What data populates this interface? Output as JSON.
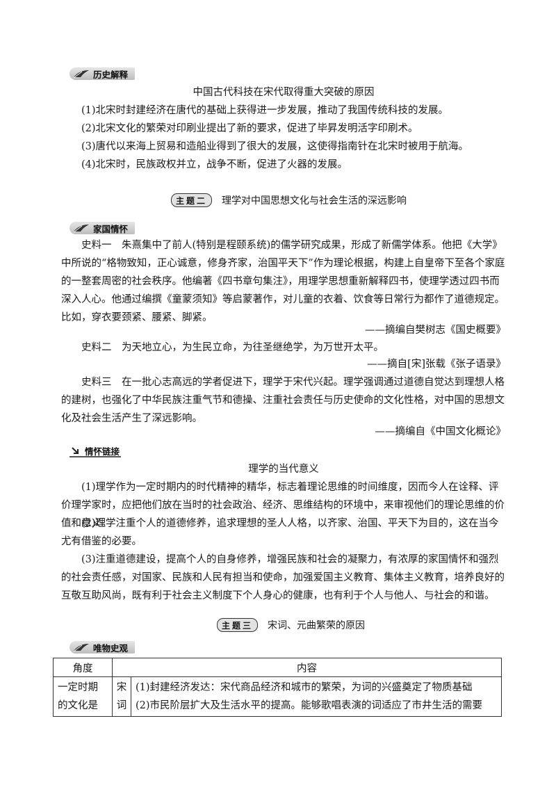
{
  "sections": {
    "history": {
      "tag": "历史解释",
      "subtitle": "中国古代科技在宋代取得重大突破的原因",
      "items": [
        "(1)北宋时封建经济在唐代的基础上获得进一步发展，推动了我国传统科技的发展。",
        "(2)北宋文化的繁荣对印刷业提出了新的要求，促进了毕昇发明活字印刷术。",
        "(3)唐代以来海上贸易和造船业得到了很大的发展，这使得指南针在北宋时被用于航海。",
        "(4)北宋时，民族政权并立，战争不断，促进了火器的发展。"
      ]
    },
    "theme2": {
      "badge": "主题二",
      "title": "理学对中国思想文化与社会生活的深远影响"
    },
    "family": {
      "tag": "家国情怀",
      "source1": "史料一　朱熹集中了前人(特别是程颐系统)的儒学研究成果，形成了新儒学体系。他把《大学》中所说的“格物致知，正心诚意，修身齐家，治国平天下”作为理论根据，构建上自皇帝下至各个家庭的一整套周密的社会秩序。他编著《四书章句集注》，用理学思想重新解释四书，使理学透过四书而深入人心。他通过编撰《童蒙须知》等启蒙著作，对儿童的衣着、饮食等日常行为都作了道德规定。比如，穿衣要颈紧、腰紧、脚紧。",
      "cite1": "——摘编自樊树志《国史概要》",
      "source2": "史料二　为天地立心，为生民立命，为往圣继绝学，为万世开太平。",
      "cite2": "——摘自[宋]张载《张子语录》",
      "source3": "史料三　在一批心志高远的学者促进下，理学于宋代兴起。理学强调通过道德自觉达到理想人格的建树，也强化了中华民族注重气节和德操、注重社会责任与历史使命的文化性格，对中国的思想文化及社会生活产生了深远影响。",
      "cite3": "——摘编自《中国文化概论》"
    },
    "link": {
      "tag": "情怀链接",
      "subtitle": "理学的当代意义",
      "items": [
        "(1)理学作为一定时期内的时代精神的精华，标志着理论思维的时间维度，因而今人在诠释、评价理学家时，应把他们放在当时的社会政治、经济、思维结构的环境中，来审视他们的理论思维的价值和意义。",
        "(2)理学注重个人的道德修养，追求理想的圣人人格，以齐家、治国、平天下为目的，这在当今尤有借鉴的必要。",
        "(3)注重道德建设，提高个人的自身修养，增强民族和社会的凝聚力，有浓厚的家国情怀和强烈的社会责任感，对国家、民族和人民有担当和使命，加强爱国主义教育、集体主义教育，培养良好的互敬互助风尚，既有利于社会主义制度下个人身心的健康，也有利于个人与他人、与社会的和谐。"
      ]
    },
    "theme3": {
      "badge": "主题三",
      "title": "宋词、元曲繁荣的原因"
    },
    "material": {
      "tag": "唯物史观",
      "table": {
        "headers": [
          "角度",
          "内容"
        ],
        "row_label": "一定时期的文化是",
        "sub_label": "宋词",
        "lines": [
          "(1)封建经济发达：宋代商品经济和城市的繁荣，为词的兴盛奠定了物质基础",
          "(2)市民阶层扩大及生活水平的提高。能够歌唱表演的词适应了市井生活的需要"
        ]
      }
    }
  }
}
